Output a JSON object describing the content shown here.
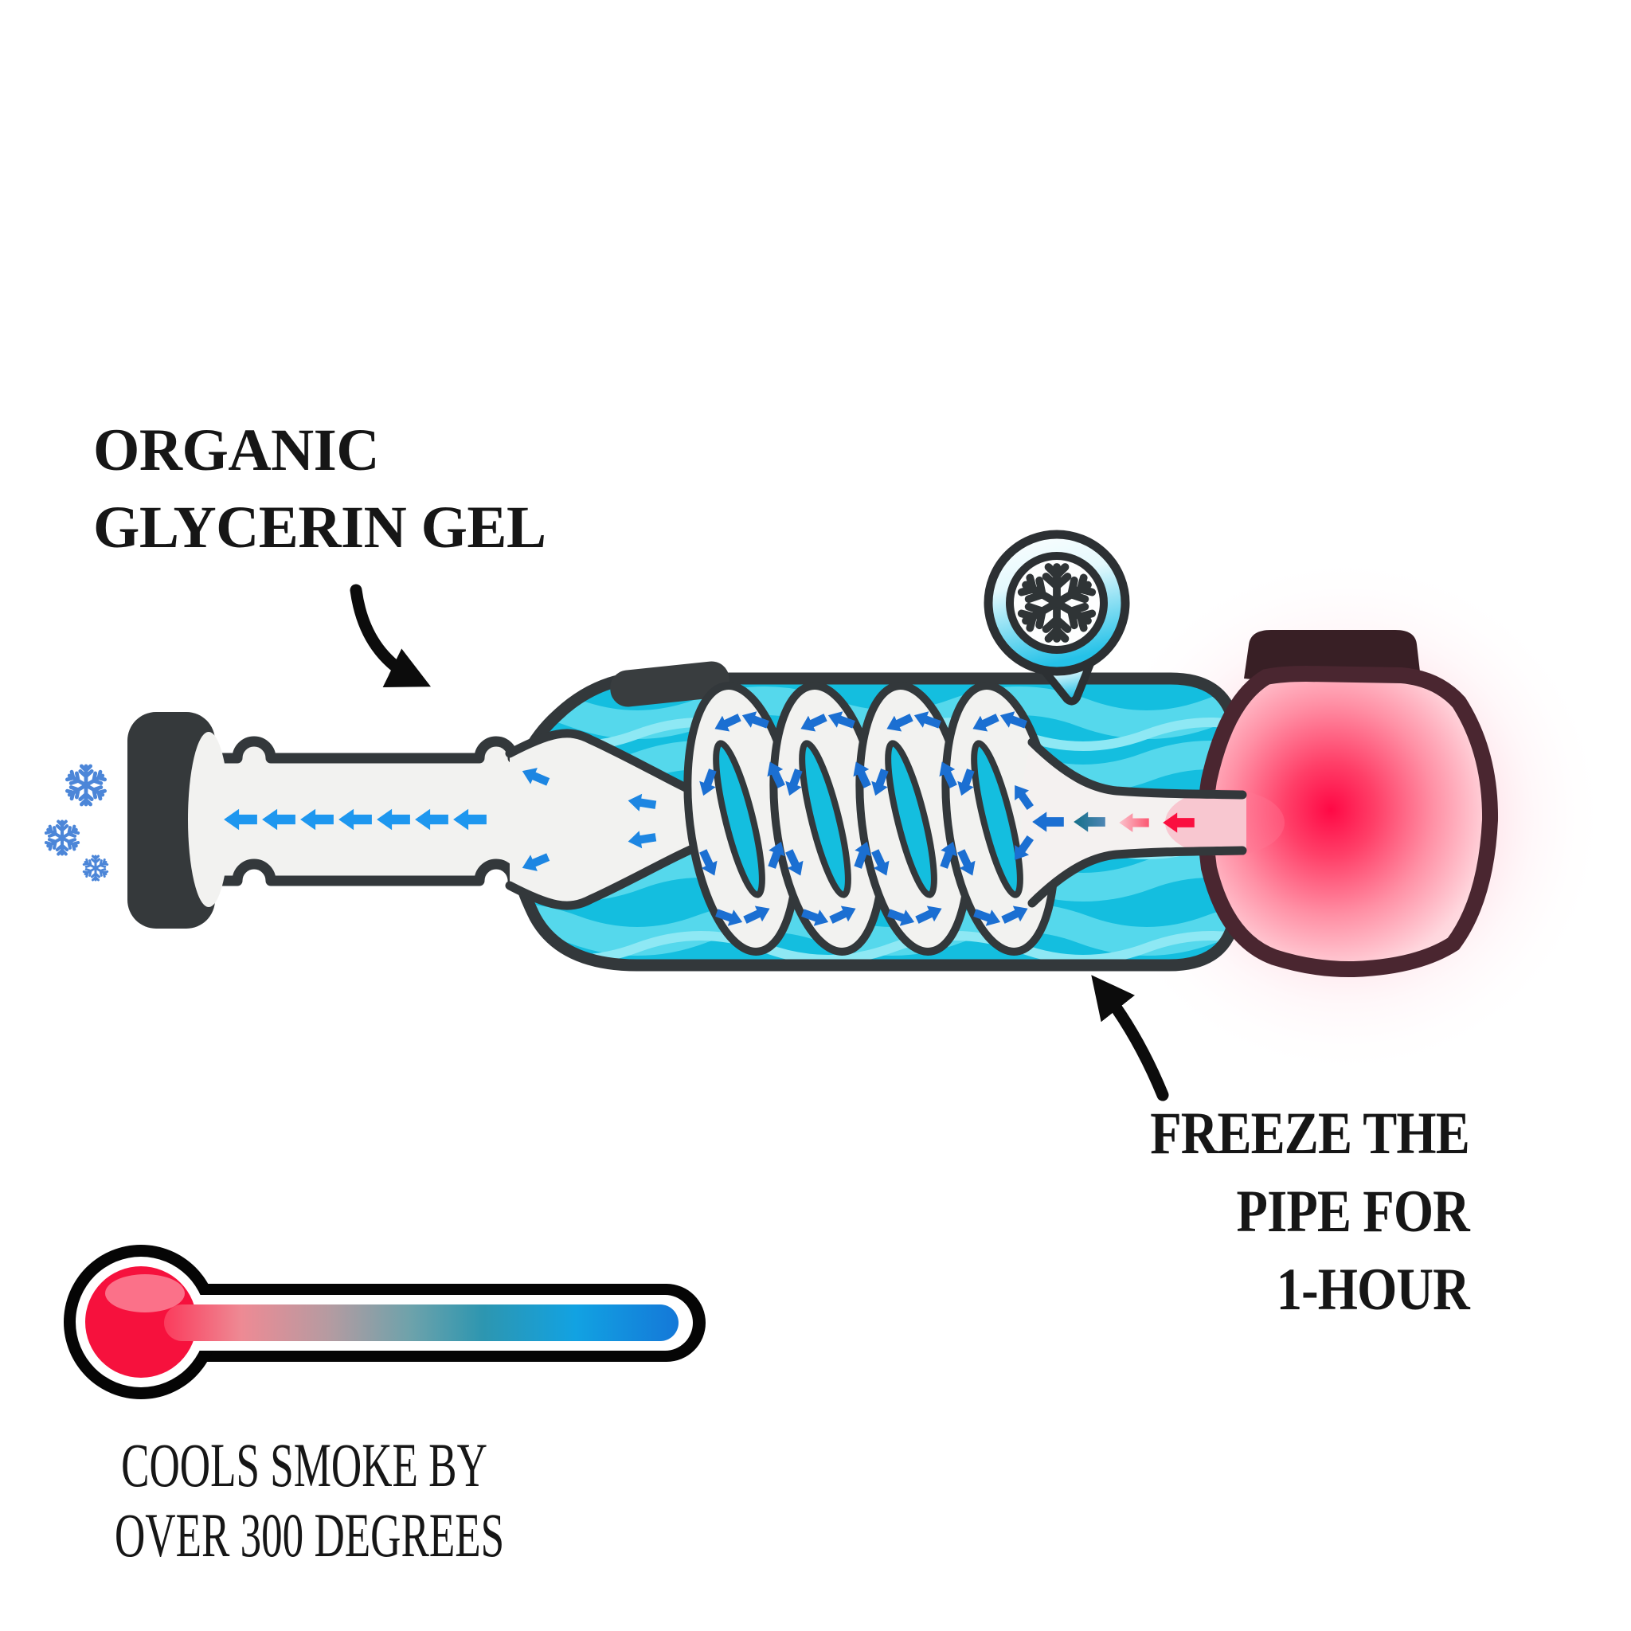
{
  "figure": {
    "type": "infographic-diagram",
    "subject": "Glycerin coil pipe smoke-cooling illustration"
  },
  "labels": {
    "organic": {
      "line1": "ORGANIC",
      "line2": "GLYCERIN GEL"
    },
    "freeze": {
      "line1": "FREEZE THE",
      "line2": "PIPE FOR",
      "line3": "1-HOUR"
    },
    "cools": {
      "line1": "COOLS SMOKE BY",
      "line2": "OVER 300 DEGREES"
    }
  },
  "icons": {
    "badge": "snowflake-badge-icon",
    "snowflakes_left": "snowflake-icon",
    "thermometer": "thermometer-icon",
    "annotation_arrows": "hand-drawn-arrow-icon",
    "flow_arrows": "smoke-flow-arrow-icon"
  },
  "colors": {
    "glycerin_cyan": "#14bedf",
    "glycerin_wave_light": "#55d8ec",
    "pipe_outline": "#33383b",
    "pipe_body": "#f2f2f0",
    "cool_arrow_blue": "#1e97ef",
    "coil_arrow_blue": "#1b6fd2",
    "hot_arrow_red": "#fa0f3f",
    "bowl_outline": "#4a2630",
    "bowl_glow_core": "#ff0845",
    "snowflake_blue": "#4c86d8",
    "text": "#161616"
  }
}
